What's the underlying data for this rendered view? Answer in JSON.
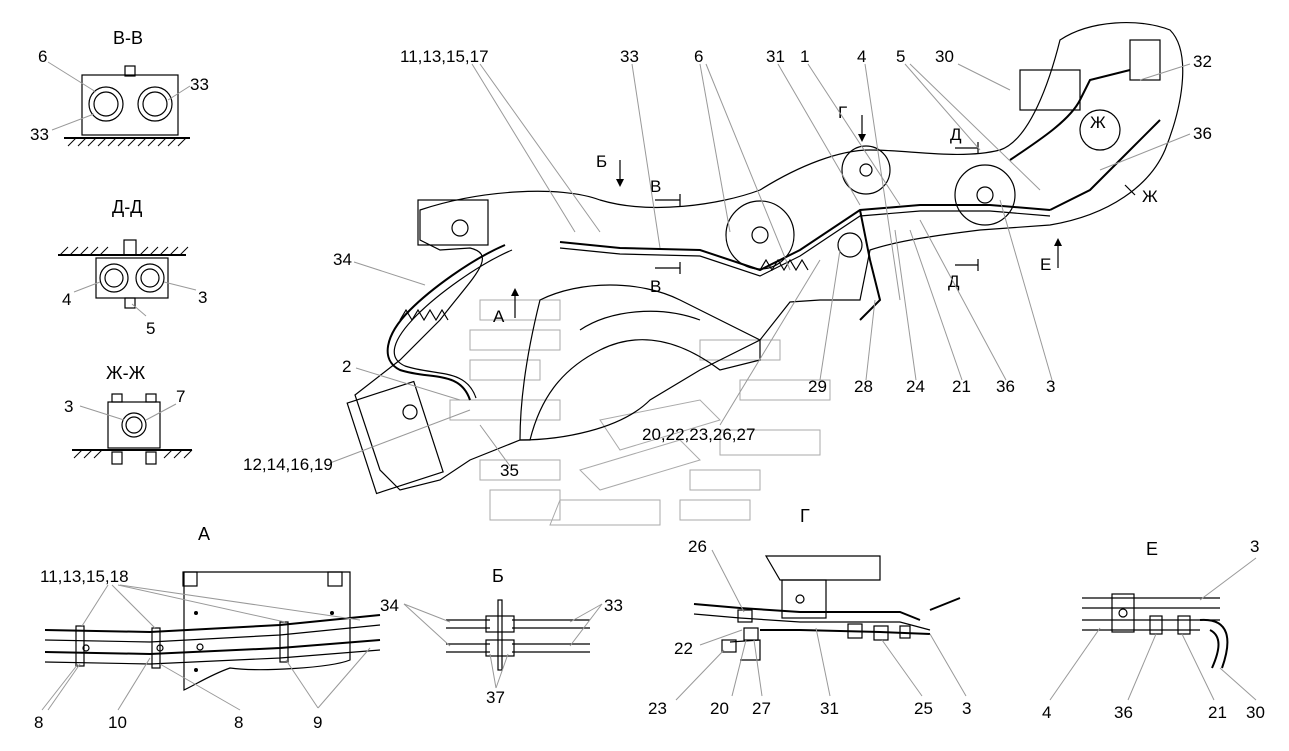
{
  "views": {
    "bb": {
      "title": "В-В",
      "labels": [
        "6",
        "33",
        "33"
      ]
    },
    "dd": {
      "title": "Д-Д",
      "labels": [
        "4",
        "3",
        "5"
      ]
    },
    "zhzh": {
      "title": "Ж-Ж",
      "labels": [
        "3",
        "7"
      ]
    },
    "a": {
      "title": "А",
      "labels": [
        "11,13,15,18",
        "8",
        "10",
        "8",
        "9"
      ]
    },
    "b": {
      "title": "Б",
      "labels": [
        "34",
        "33",
        "37"
      ]
    },
    "g": {
      "title": "Г",
      "labels": [
        "26",
        "22",
        "23",
        "20",
        "27",
        "31",
        "25",
        "3"
      ]
    },
    "e": {
      "title": "Е",
      "labels": [
        "3",
        "4",
        "36",
        "21",
        "30"
      ]
    }
  },
  "main": {
    "labels": [
      "11,13,15,17",
      "33",
      "6",
      "31",
      "1",
      "4",
      "5",
      "30",
      "32",
      "36",
      "34",
      "2",
      "12,14,16,19",
      "35",
      "29",
      "28",
      "24",
      "21",
      "36",
      "3",
      "20,22,23,26,27"
    ],
    "markers": [
      "Б",
      "В",
      "В",
      "Г",
      "Д",
      "Д",
      "Е",
      "Ж",
      "Ж",
      "А"
    ]
  }
}
